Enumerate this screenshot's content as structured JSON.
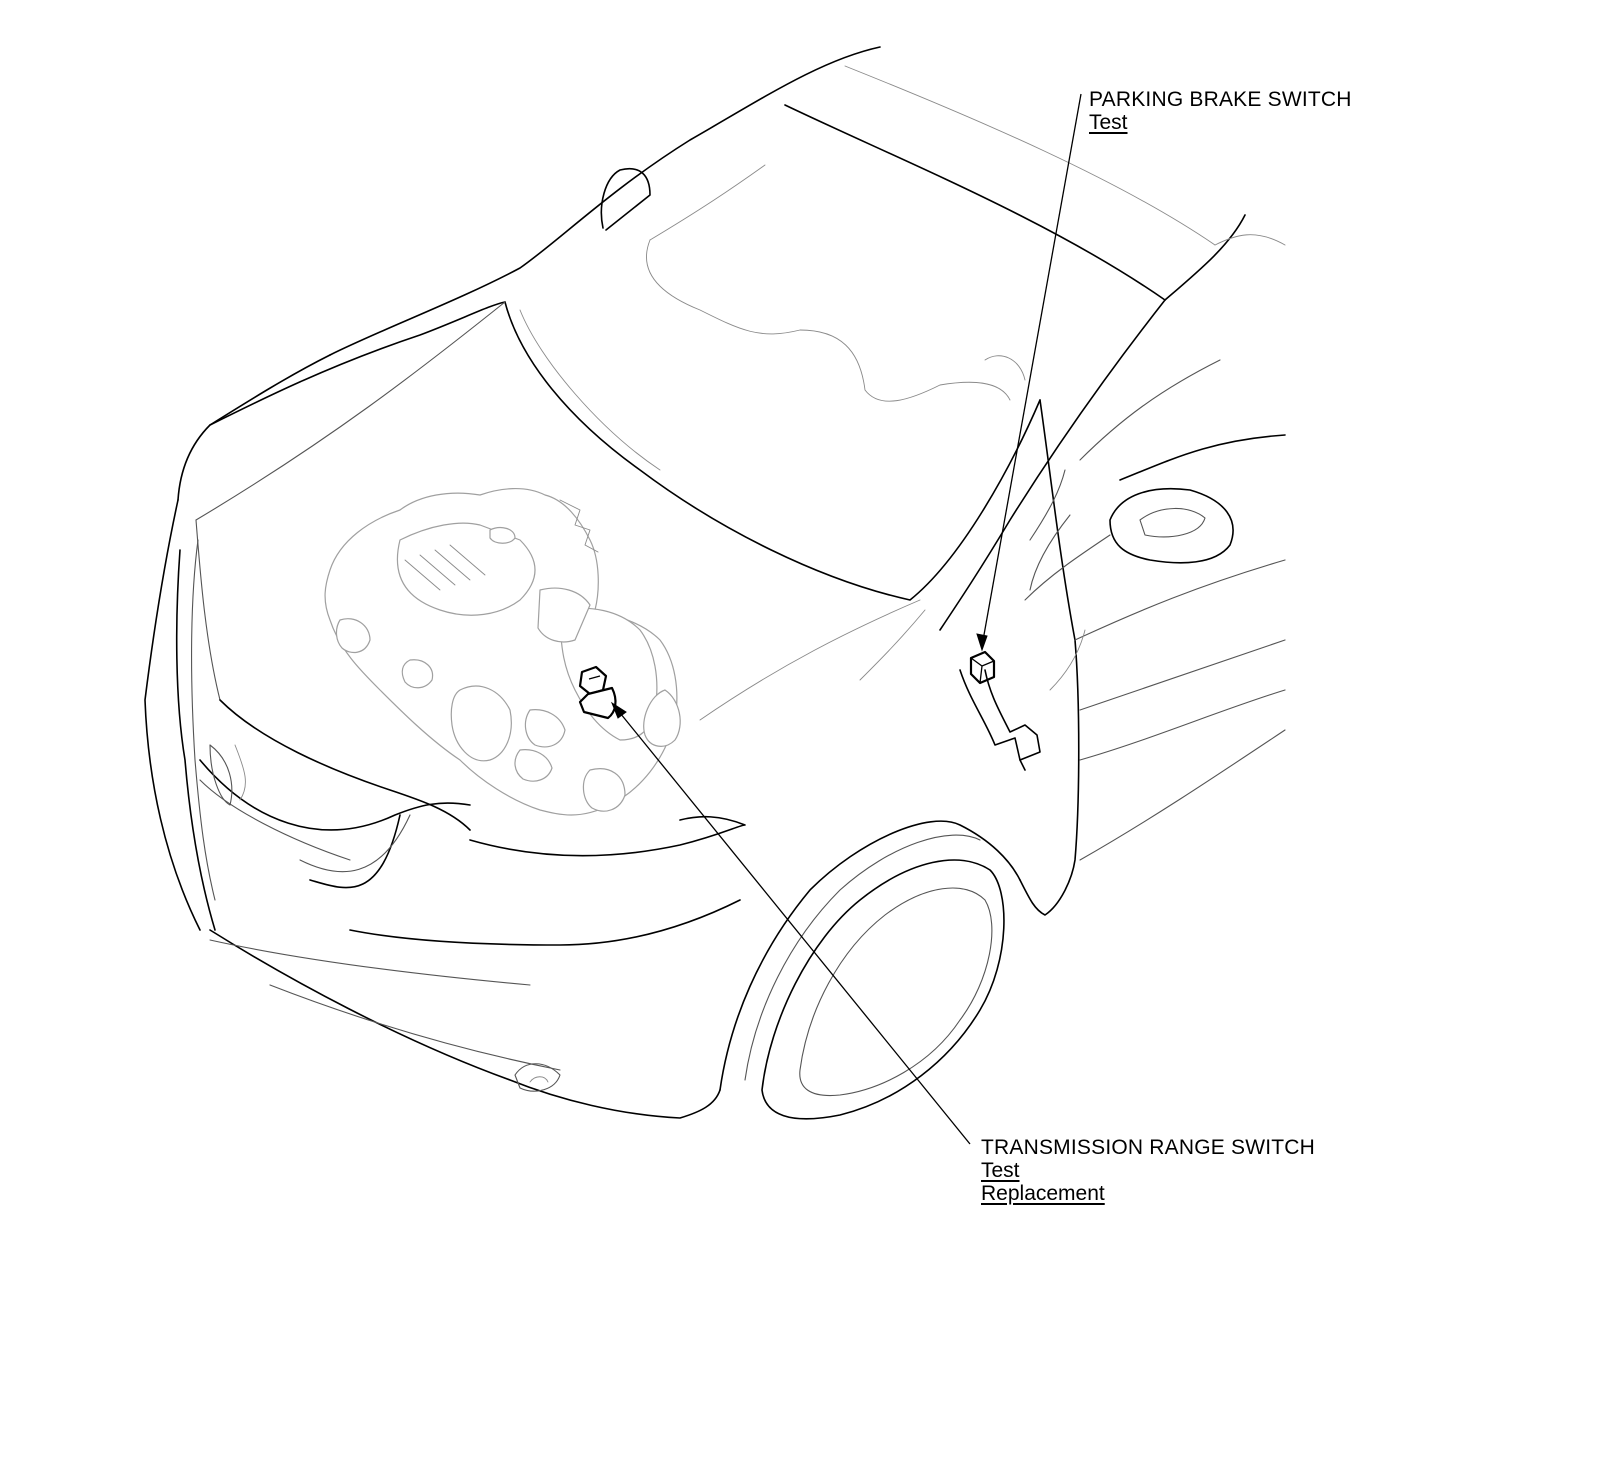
{
  "callouts": {
    "parking_brake_switch": {
      "title": "PARKING BRAKE SWITCH",
      "links": [
        "Test"
      ]
    },
    "transmission_range_switch": {
      "title": "TRANSMISSION RANGE SWITCH",
      "links": [
        "Test",
        "Replacement"
      ]
    }
  },
  "colors": {
    "line": "#000000",
    "ghost_line": "#8a8a8a",
    "background": "#ffffff"
  }
}
